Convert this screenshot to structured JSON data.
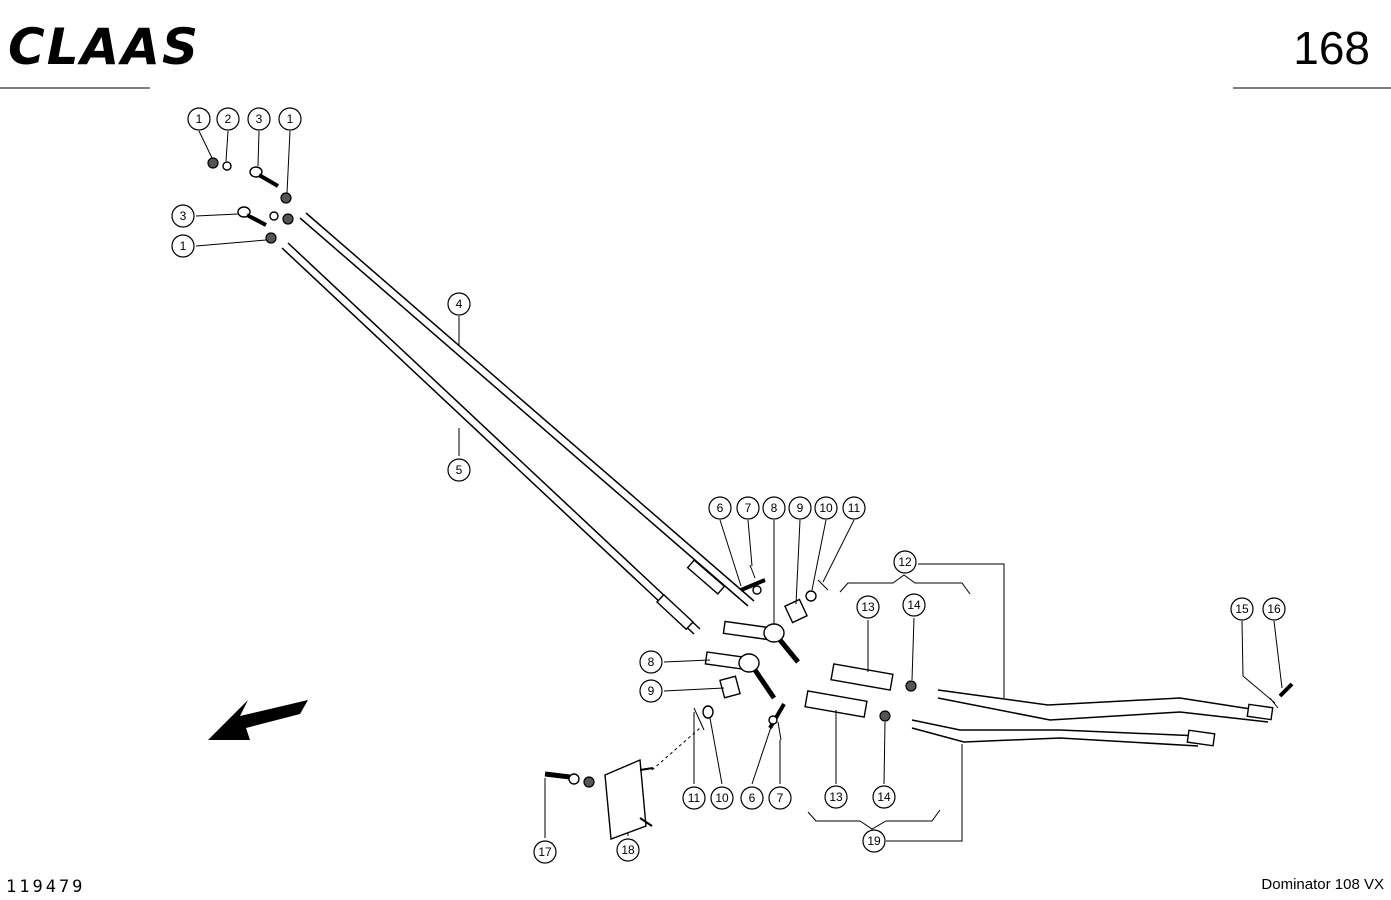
{
  "header": {
    "brand": "CLAAS",
    "page_number": "168"
  },
  "footer": {
    "drawing_number": "119479",
    "model": "Dominator 108 VX"
  },
  "callouts": [
    {
      "label": "1"
    },
    {
      "label": "2"
    },
    {
      "label": "3"
    },
    {
      "label": "1"
    },
    {
      "label": "3"
    },
    {
      "label": "1"
    },
    {
      "label": "4"
    },
    {
      "label": "5"
    },
    {
      "label": "6"
    },
    {
      "label": "7"
    },
    {
      "label": "8"
    },
    {
      "label": "9"
    },
    {
      "label": "10"
    },
    {
      "label": "11"
    },
    {
      "label": "12"
    },
    {
      "label": "13"
    },
    {
      "label": "14"
    },
    {
      "label": "15"
    },
    {
      "label": "16"
    },
    {
      "label": "8"
    },
    {
      "label": "9"
    },
    {
      "label": "11"
    },
    {
      "label": "10"
    },
    {
      "label": "6"
    },
    {
      "label": "7"
    },
    {
      "label": "13"
    },
    {
      "label": "14"
    },
    {
      "label": "17"
    },
    {
      "label": "18"
    },
    {
      "label": "19"
    }
  ]
}
